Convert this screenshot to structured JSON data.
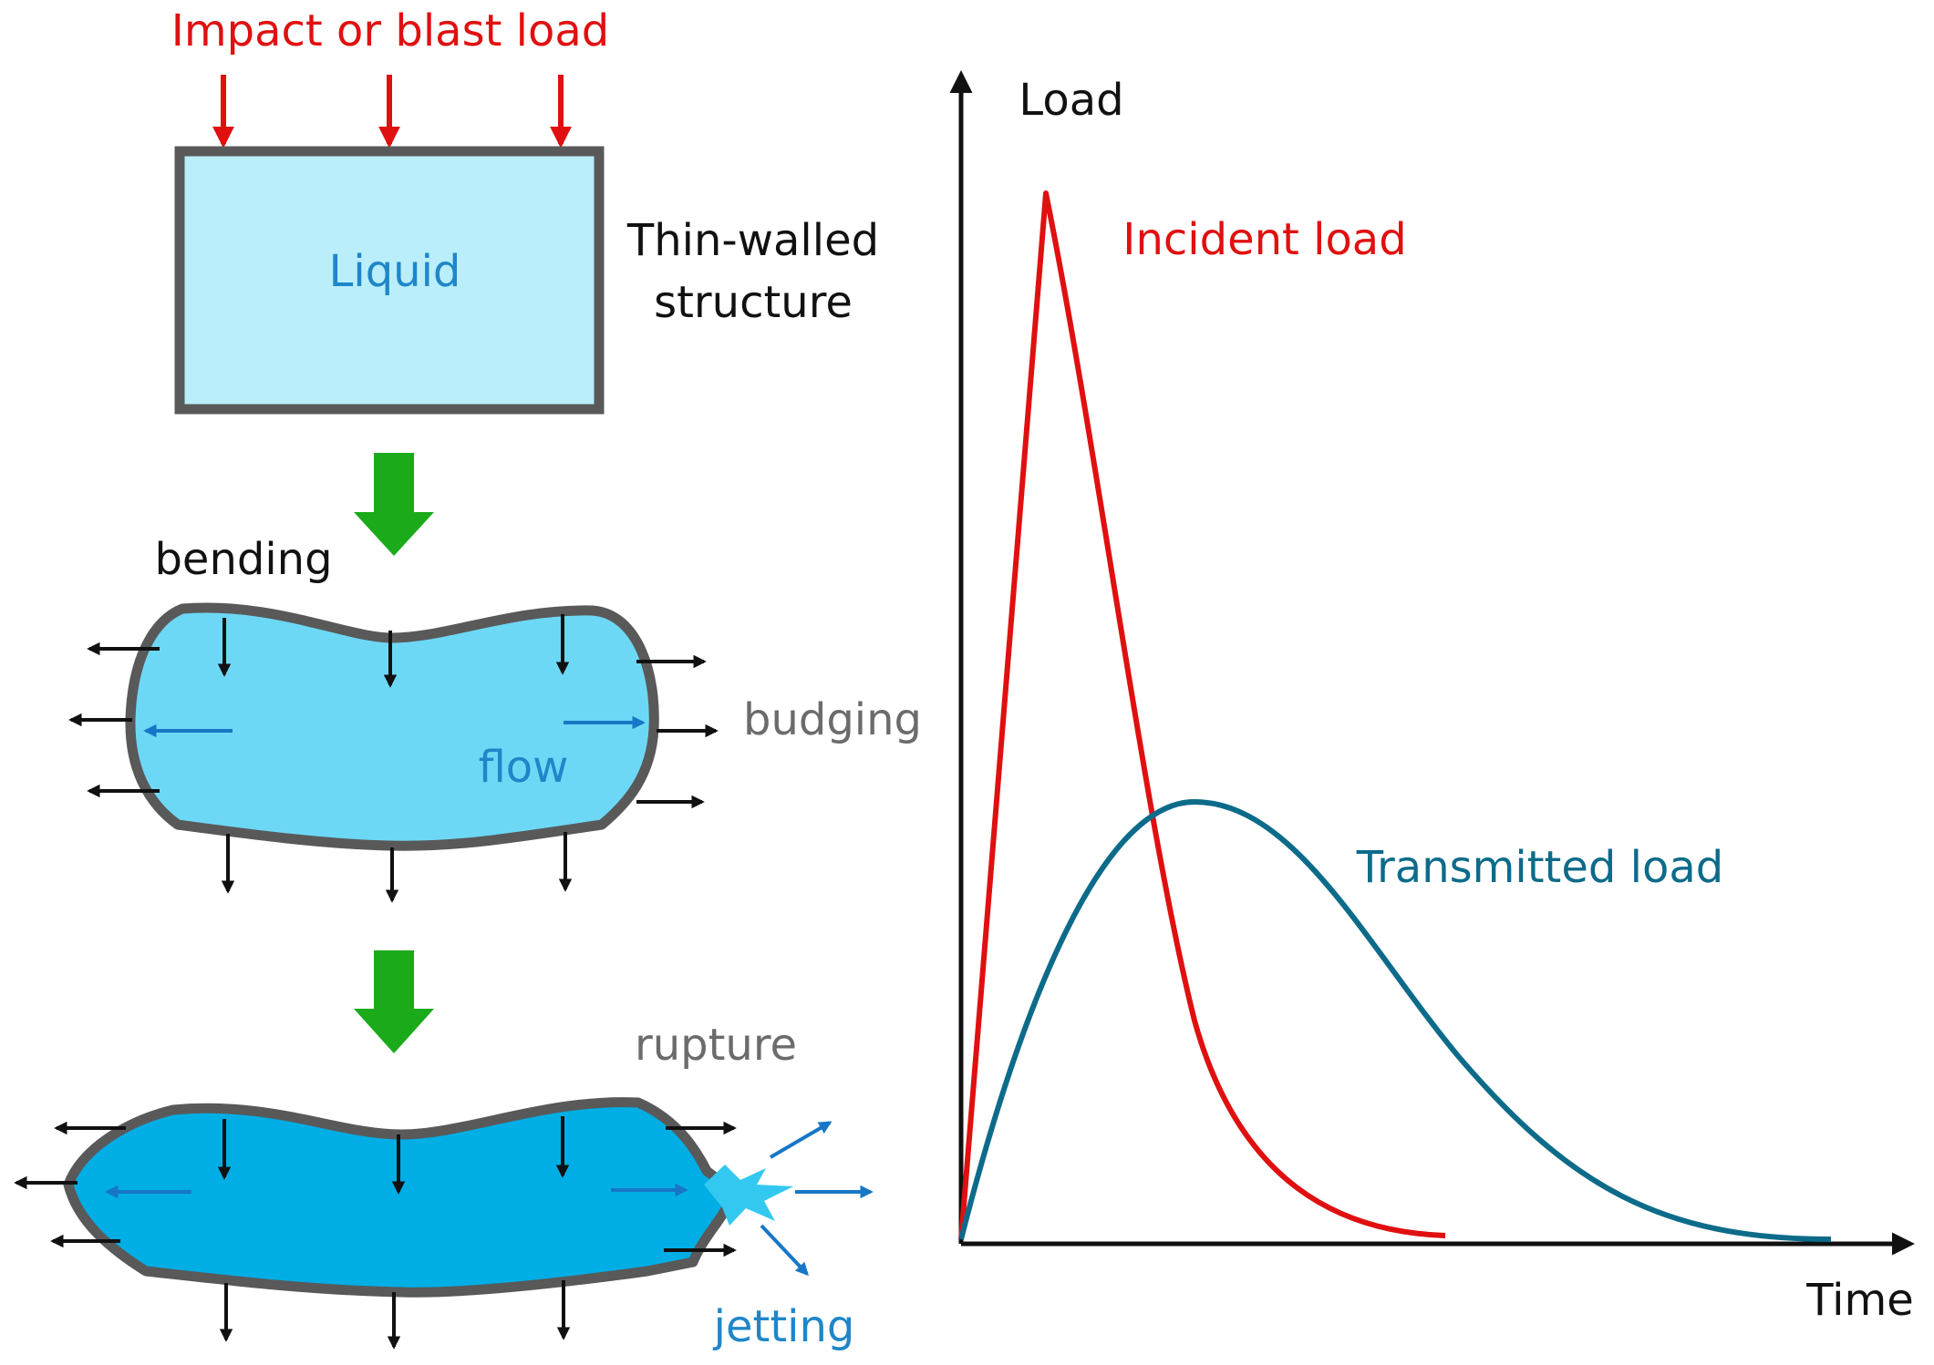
{
  "colors": {
    "load_red": "#e01010",
    "liquid_blue_text": "#1f86c8",
    "flow_blue": "#1777c6",
    "gray_text": "#6b6b6b",
    "black": "#111111",
    "green": "#1aaa1a",
    "container_stroke": "#595959",
    "liquid_light": "#b9eefa",
    "liquid_mid": "#6dd8f5",
    "liquid_dark": "#00aee6",
    "transmitted_teal": "#0d6b8a"
  },
  "labels": {
    "impact": "Impact or blast load",
    "liquid": "Liquid",
    "thin_walled_1": "Thin-walled",
    "thin_walled_2": "structure",
    "bending": "bending",
    "budging": "budging",
    "flow": "flow",
    "rupture": "rupture",
    "jetting": "jetting"
  },
  "chart_data": {
    "type": "line",
    "xlabel": "Time",
    "ylabel": "Load",
    "series": [
      {
        "name": "Incident load",
        "shape": "sharp peak with fast exponential decay"
      },
      {
        "name": "Transmitted load",
        "shape": "delayed, lower, broader pulse"
      }
    ]
  }
}
